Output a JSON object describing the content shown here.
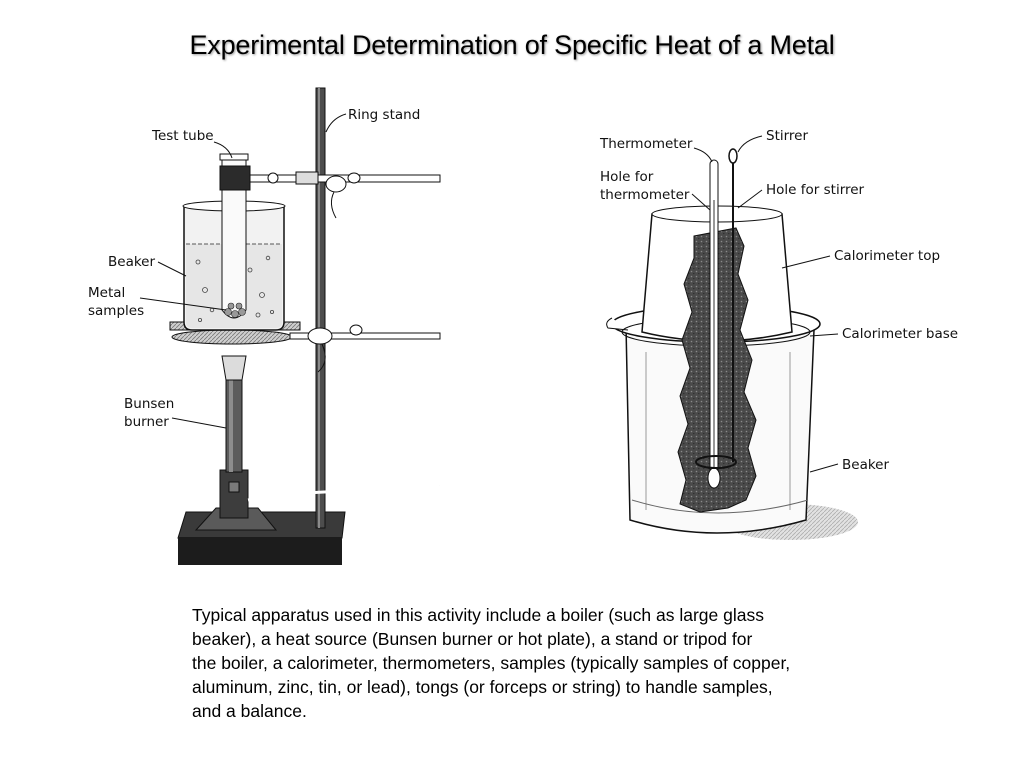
{
  "title": "Experimental Determination of Specific Heat of a Metal",
  "left_apparatus": {
    "labels": {
      "test_tube": "Test tube",
      "ring_stand": "Ring stand",
      "beaker": "Beaker",
      "metal_line1": "Metal",
      "metal_line2": "samples",
      "bunsen_line1": "Bunsen",
      "bunsen_line2": "burner"
    }
  },
  "right_apparatus": {
    "labels": {
      "thermometer": "Thermometer",
      "stirrer": "Stirrer",
      "hole_therm_line1": "Hole for",
      "hole_therm_line2": "thermometer",
      "hole_stirrer": "Hole for stirrer",
      "calorimeter_top": "Calorimeter top",
      "calorimeter_base": "Calorimeter base",
      "beaker": "Beaker"
    }
  },
  "description": {
    "lines": [
      "Typical apparatus used in this activity include a boiler (such as large glass",
      "beaker), a heat source (Bunsen burner or hot plate), a stand or tripod for",
      "the boiler, a calorimeter, thermometers, samples (typically samples of copper,",
      "aluminum, zinc, tin, or lead), tongs (or forceps or string) to handle samples,",
      "and a balance."
    ]
  }
}
